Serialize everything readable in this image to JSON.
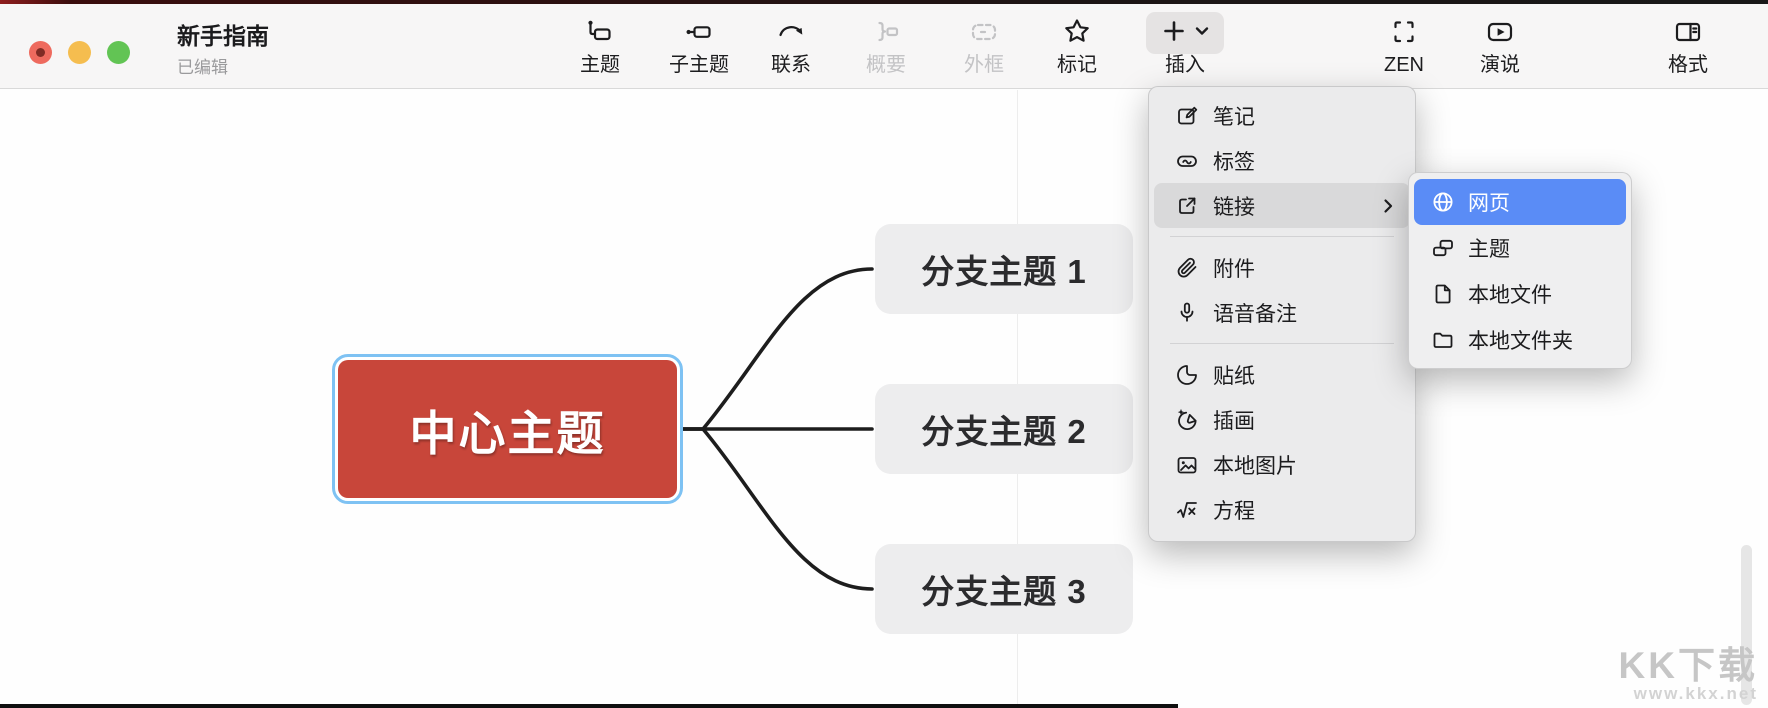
{
  "window": {
    "title": "新手指南",
    "status": "已编辑"
  },
  "toolbar": {
    "items": [
      {
        "label": "主题",
        "icon": "topic-icon",
        "enabled": true
      },
      {
        "label": "子主题",
        "icon": "subtopic-icon",
        "enabled": true
      },
      {
        "label": "联系",
        "icon": "relationship-icon",
        "enabled": true
      },
      {
        "label": "概要",
        "icon": "summary-icon",
        "enabled": false
      },
      {
        "label": "外框",
        "icon": "boundary-icon",
        "enabled": false
      },
      {
        "label": "标记",
        "icon": "marker-icon",
        "enabled": true
      },
      {
        "label": "插入",
        "icon": "plus-icon, chevron-down-icon",
        "enabled": true,
        "active": true
      },
      {
        "label": "ZEN",
        "icon": "zen-icon",
        "enabled": true
      },
      {
        "label": "演说",
        "icon": "pitch-icon",
        "enabled": true
      },
      {
        "label": "格式",
        "icon": "format-icon",
        "enabled": true
      }
    ]
  },
  "insert_menu": {
    "items": [
      {
        "label": "笔记",
        "icon": "note-icon"
      },
      {
        "label": "标签",
        "icon": "tag-icon"
      },
      {
        "label": "链接",
        "icon": "link-icon",
        "highlighted": true,
        "has_submenu": true
      },
      {
        "label": "附件",
        "icon": "attachment-icon"
      },
      {
        "label": "语音备注",
        "icon": "audio-note-icon"
      },
      {
        "label": "贴纸",
        "icon": "sticker-icon"
      },
      {
        "label": "插画",
        "icon": "illustration-icon"
      },
      {
        "label": "本地图片",
        "icon": "local-image-icon"
      },
      {
        "label": "方程",
        "icon": "equation-icon"
      }
    ]
  },
  "link_submenu": {
    "items": [
      {
        "label": "网页",
        "icon": "globe-icon",
        "selected": true
      },
      {
        "label": "主题",
        "icon": "topic-link-icon"
      },
      {
        "label": "本地文件",
        "icon": "local-file-icon"
      },
      {
        "label": "本地文件夹",
        "icon": "local-folder-icon"
      }
    ]
  },
  "mindmap": {
    "central_topic": "中心主题",
    "branches": [
      "分支主题 1",
      "分支主题 2",
      "分支主题 3"
    ]
  },
  "watermark": {
    "title": "KK下载",
    "url": "www.kkx.net"
  },
  "colors": {
    "central_topic_fill": "#c8463a",
    "selection_border": "#7ec2f3",
    "branch_fill": "#ededee",
    "submenu_selected": "#5a8cf6",
    "menu_background": "#ebebec",
    "toolbar_background": "#f7f6f6"
  }
}
